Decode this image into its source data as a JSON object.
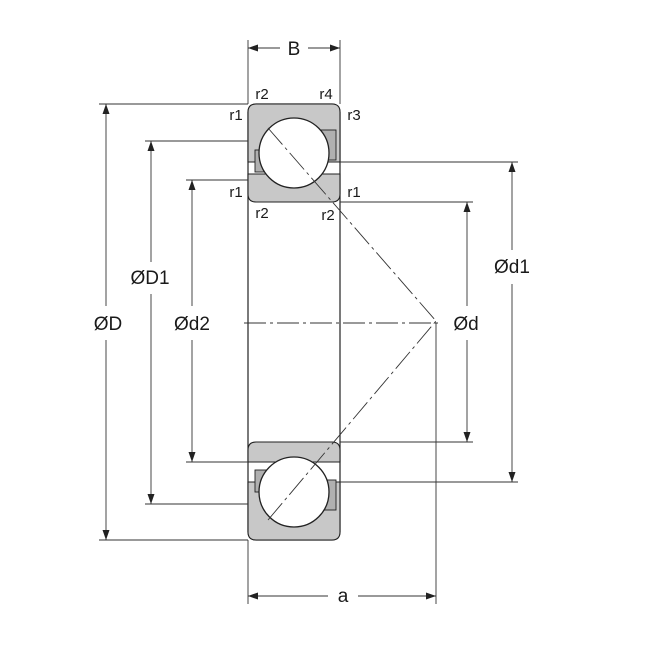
{
  "labels": {
    "B": "B",
    "a": "a",
    "D": "ØD",
    "D1": "ØD1",
    "d2": "Ød2",
    "d": "Ød",
    "d1": "Ød1",
    "r2_top_left": "r2",
    "r4_top_right": "r4",
    "r1_top_left": "r1",
    "r3_top_right": "r3",
    "r1_mid_left": "r1",
    "r1_mid_right": "r1",
    "r2_mid_left": "r2",
    "r2_mid_right": "r2"
  },
  "colors": {
    "ring_fill": "#c8c8c8",
    "line": "#222222",
    "background": "#ffffff"
  }
}
